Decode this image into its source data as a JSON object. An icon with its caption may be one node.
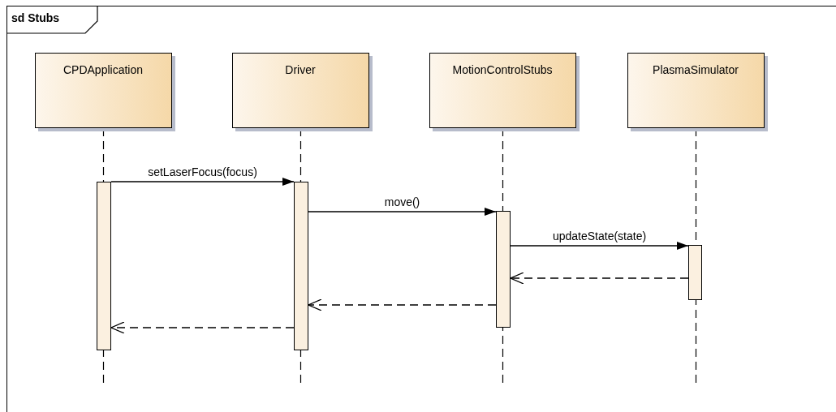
{
  "diagram": {
    "nodes": [
      {
        "text": [
          "sd Stubs"
        ]
      },
      {
        "text": [
          "CPDApplication"
        ],
        "in": 0
      },
      {
        "text": [
          "Driver"
        ],
        "in": 0
      },
      {
        "text": [
          "MotionControlStubs"
        ],
        "in": 0
      },
      {
        "text": [
          "PlasmaSimulator"
        ],
        "in": 0
      },
      {
        "text": [],
        "shape": "bar",
        "in": 0
      },
      {
        "text": [],
        "shape": "bar",
        "in": 0
      },
      {
        "text": [],
        "shape": "bar",
        "in": 0
      },
      {
        "text": [],
        "shape": "bar",
        "in": 0
      }
    ],
    "edges": [
      {
        "from": 5,
        "to": 6,
        "arrow": "to",
        "label": "setLaserFocus(focus)"
      },
      {
        "from": 6,
        "to": 7,
        "arrow": "to",
        "label": "move()"
      },
      {
        "from": 7,
        "to": 8,
        "arrow": "to",
        "label": "updateState(state)"
      },
      {
        "from": 8,
        "to": 7,
        "arrow": "to",
        "style": "dashed"
      },
      {
        "from": 7,
        "to": 6,
        "arrow": "to",
        "style": "dashed"
      },
      {
        "from": 6,
        "to": 5,
        "arrow": "to",
        "style": "dashed"
      }
    ]
  }
}
